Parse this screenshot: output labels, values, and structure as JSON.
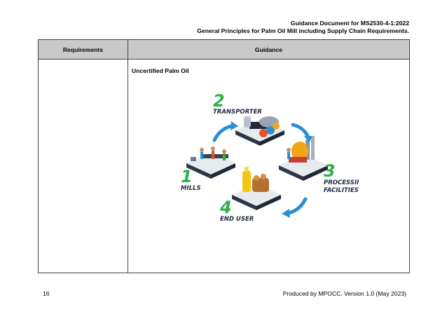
{
  "header": {
    "line1": "Guidance Document for MS2530-4-1:2022",
    "line2": "General Principles for Palm Oil Mill including Supply Chain Requirements."
  },
  "table": {
    "col_requirements": "Requirements",
    "col_guidance": "Guidance",
    "section_title": "Uncertified Palm Oil"
  },
  "illustration": {
    "stages": [
      {
        "number": "1",
        "label": "MILLS"
      },
      {
        "number": "2",
        "label": "TRANSPORTER"
      },
      {
        "number": "3",
        "label": "PROCESSING",
        "label2": "FACILITIES"
      },
      {
        "number": "4",
        "label": "END USER"
      }
    ],
    "colors": {
      "numbers": "#2db04a",
      "arrows": "#2b8fd6",
      "labels": "#1e2a44"
    }
  },
  "footer": {
    "page_number": "16",
    "produced_by": "Produced by MPOCC. Version 1.0 (May 2023)"
  }
}
